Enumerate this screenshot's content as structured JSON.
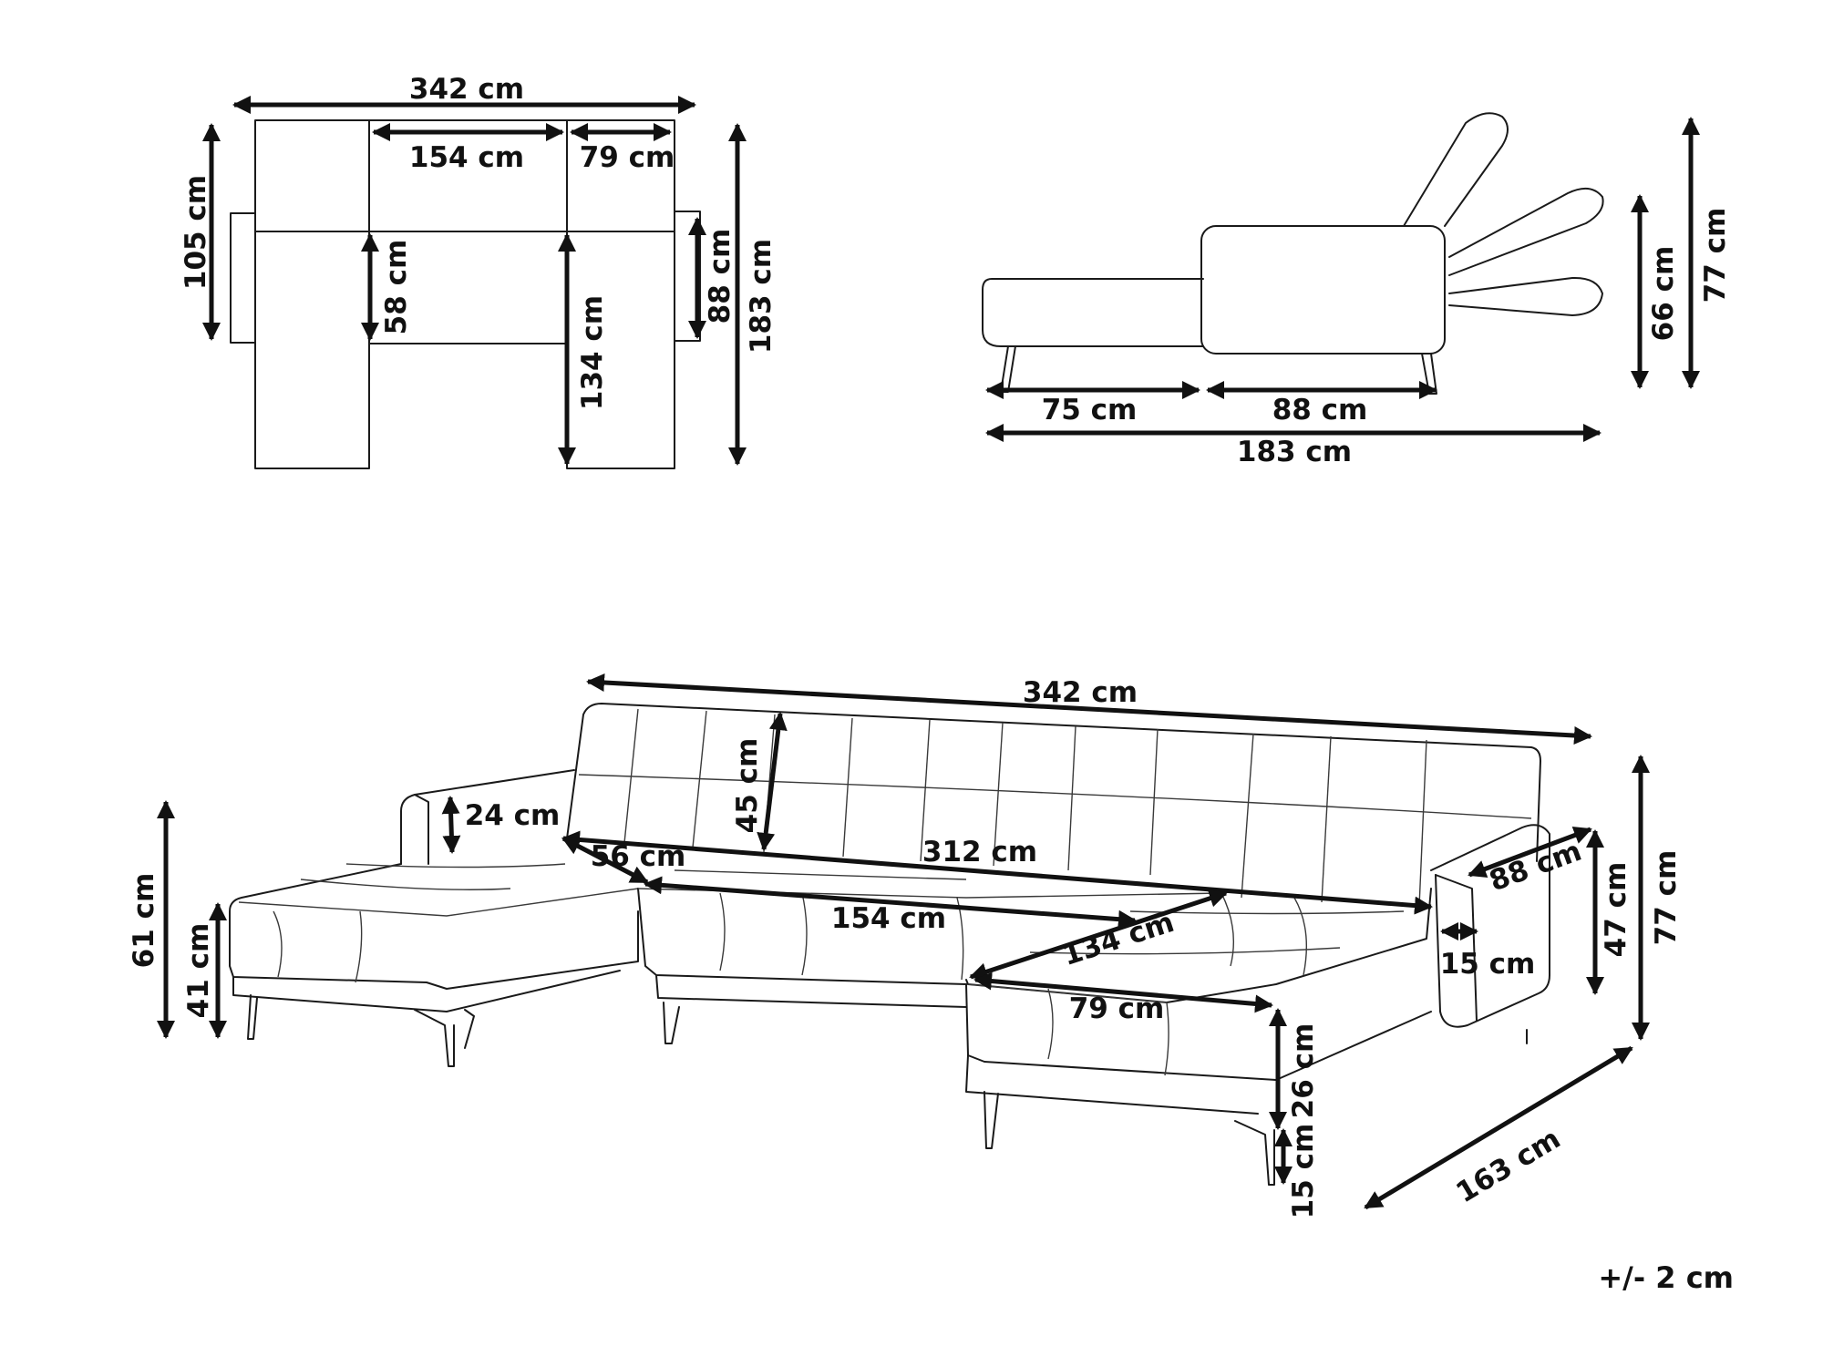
{
  "top_view": {
    "width_total": "342 cm",
    "width_middle": "154 cm",
    "width_chaise": "79 cm",
    "depth_back": "105 cm",
    "depth_seat": "58 cm",
    "depth_chaise": "134 cm",
    "depth_arm": "88 cm",
    "depth_total": "183 cm"
  },
  "side_view": {
    "len_chaise": "75 cm",
    "len_seat": "88 cm",
    "len_total": "183 cm",
    "h_back": "66 cm",
    "h_total": "77 cm"
  },
  "perspective_view": {
    "width_total": "342 cm",
    "width_inner": "312 cm",
    "width_middle": "154 cm",
    "width_chaise": "79 cm",
    "depth_chaise": "134 cm",
    "depth_seat": "56 cm",
    "depth_arm": "88 cm",
    "depth_total": "163 cm",
    "h_back": "45 cm",
    "h_arm_above_seat": "24 cm",
    "h_arm": "61 cm",
    "h_seat": "41 cm",
    "h_cushion": "26 cm",
    "h_legs": "15 cm",
    "arm_width": "15 cm",
    "h_arm_right": "47 cm",
    "h_total": "77 cm"
  },
  "tolerance": "+/- 2 cm"
}
